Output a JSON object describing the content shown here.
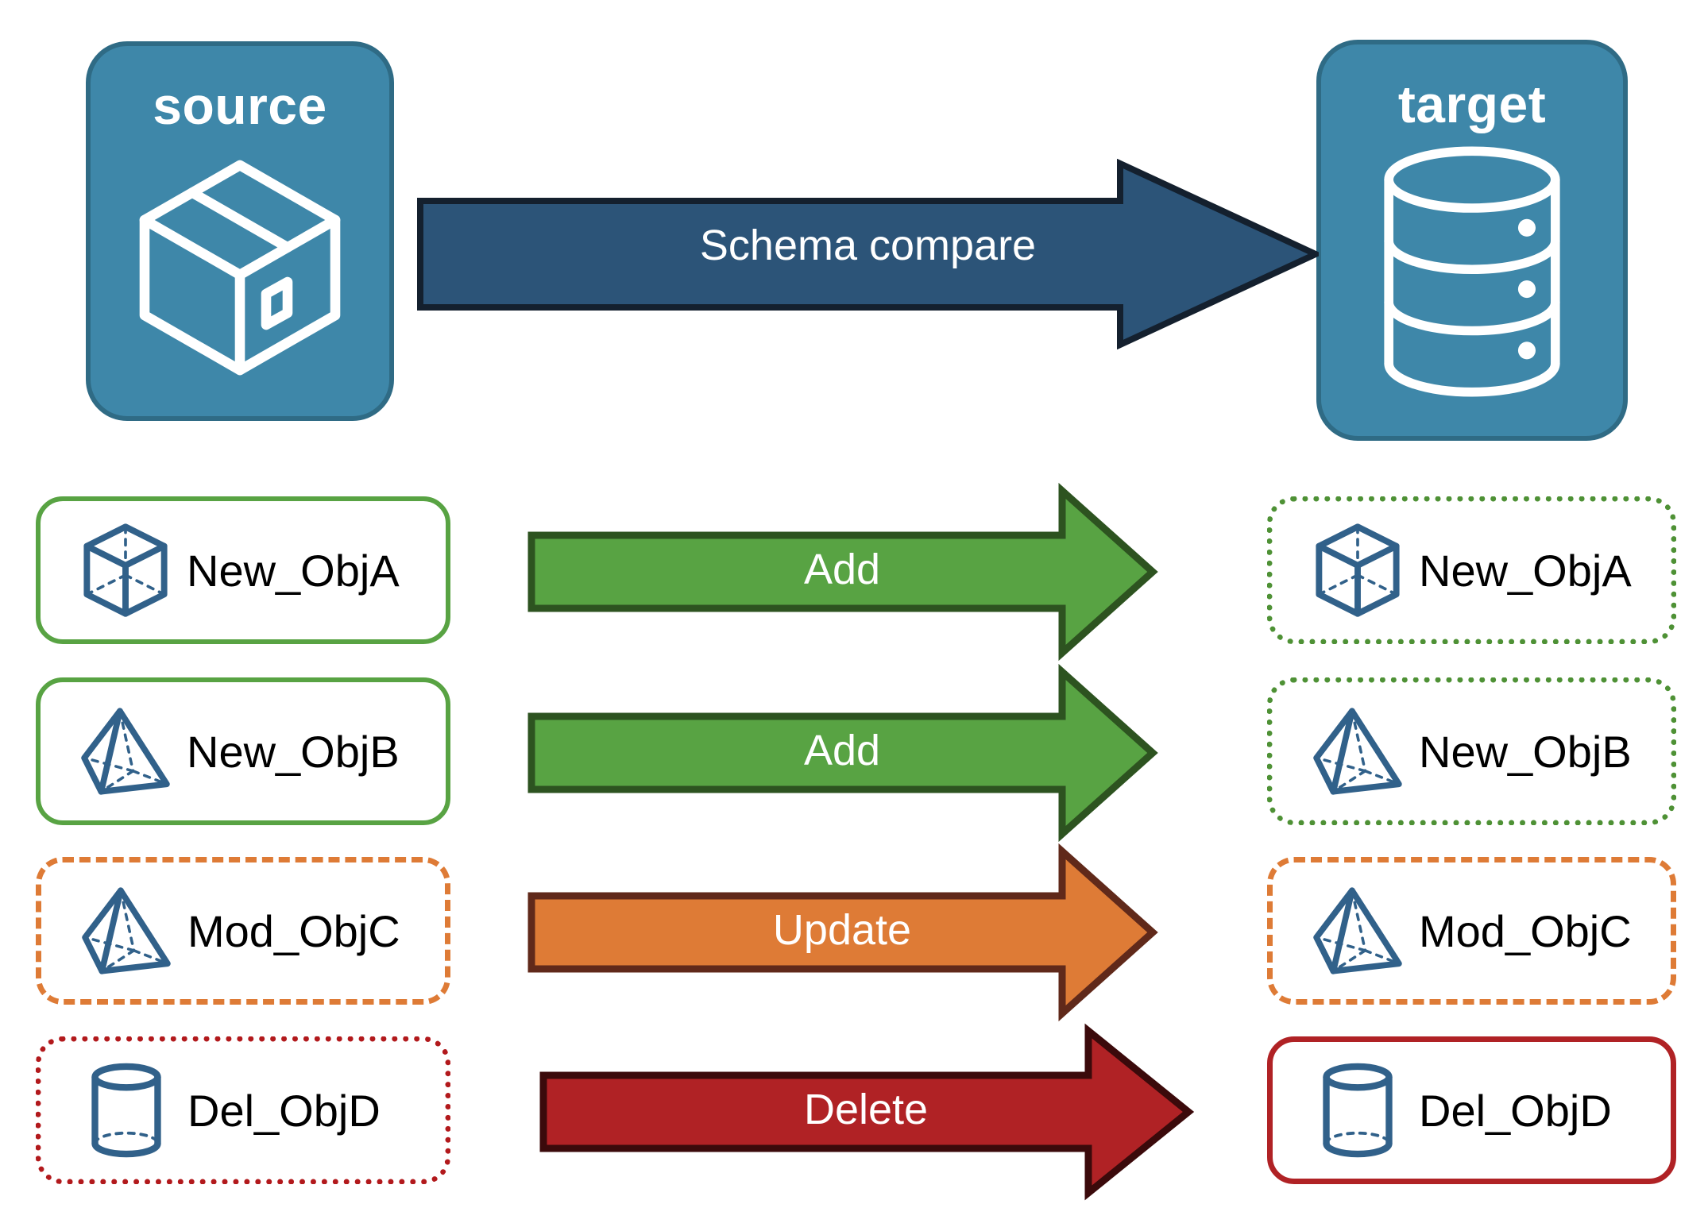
{
  "diagram": {
    "title": "Schema compare between source and target",
    "source": {
      "label": "source",
      "icon": "package-box-icon"
    },
    "target": {
      "label": "target",
      "icon": "database-cylinder-icon"
    },
    "compare_arrow": {
      "label": "Schema compare",
      "color": "#2C5478",
      "border": "#14202E"
    }
  },
  "colors": {
    "panel_fill": "#3E87A9",
    "panel_border": "#2F6B85",
    "object_icon": "#31618A",
    "add_green": "#58A343",
    "add_green_border": "#2D5320",
    "update_orange": "#DE7B36",
    "update_orange_border": "#60291A",
    "delete_red": "#B02225",
    "delete_red_border": "#3B0A0B",
    "compare_blue": "#2C5478"
  },
  "rows": [
    {
      "source": {
        "name": "New_ObjA",
        "icon": "wireframe-cube-icon",
        "border_style": "solid",
        "border_color": "#58A343"
      },
      "action": {
        "label": "Add",
        "color": "#58A343",
        "border": "#2D5320"
      },
      "target": {
        "name": "New_ObjA",
        "icon": "wireframe-cube-icon",
        "border_style": "dotted",
        "border_color": "#4E9135"
      }
    },
    {
      "source": {
        "name": "New_ObjB",
        "icon": "wireframe-pyramid-icon",
        "border_style": "solid",
        "border_color": "#58A343"
      },
      "action": {
        "label": "Add",
        "color": "#58A343",
        "border": "#2D5320"
      },
      "target": {
        "name": "New_ObjB",
        "icon": "wireframe-pyramid-icon",
        "border_style": "dotted",
        "border_color": "#4E9135"
      }
    },
    {
      "source": {
        "name": "Mod_ObjC",
        "icon": "wireframe-pyramid-icon",
        "border_style": "dashed",
        "border_color": "#DE7B36"
      },
      "action": {
        "label": "Update",
        "color": "#DE7B36",
        "border": "#60291A"
      },
      "target": {
        "name": "Mod_ObjC",
        "icon": "wireframe-pyramid-icon",
        "border_style": "dashed",
        "border_color": "#DE7B36"
      }
    },
    {
      "source": {
        "name": "Del_ObjD",
        "icon": "wireframe-cylinder-icon",
        "border_style": "dotted",
        "border_color": "#B2191C"
      },
      "action": {
        "label": "Delete",
        "color": "#B02225",
        "border": "#3B0A0B"
      },
      "target": {
        "name": "Del_ObjD",
        "icon": "wireframe-cylinder-icon",
        "border_style": "solid",
        "border_color": "#B02225"
      }
    }
  ]
}
